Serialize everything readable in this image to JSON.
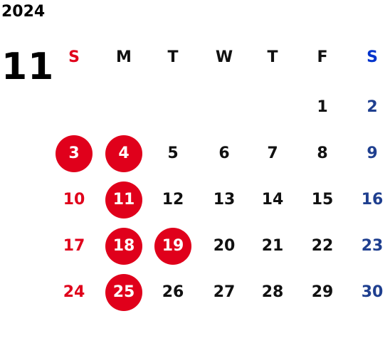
{
  "calendar": {
    "year": "2024",
    "month": "11",
    "weekdays": [
      "S",
      "M",
      "T",
      "W",
      "T",
      "F",
      "S"
    ],
    "first_weekday_index": 5,
    "days_in_month": 30,
    "holidays": [
      3,
      4,
      11,
      18,
      19,
      25
    ],
    "colors": {
      "sunday": "#e0001b",
      "saturday": "#1f3f8f",
      "saturday_header": "#0033cc",
      "weekday": "#111111",
      "holiday_circle": "#e0001b",
      "holiday_text": "#ffffff"
    }
  }
}
